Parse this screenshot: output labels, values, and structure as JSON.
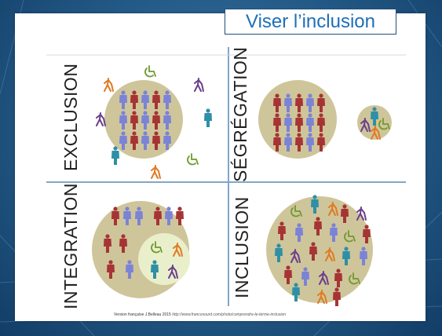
{
  "slide": {
    "title": "Viser l’inclusion",
    "accent_color": "#1f6fb8",
    "background_color": "#235986"
  },
  "figure": {
    "quadrants": [
      {
        "label": "EXCLUSION"
      },
      {
        "label": "SÉGRÉGATION"
      },
      {
        "label": "INTEGRATION"
      },
      {
        "label": "INCLUSION"
      }
    ],
    "colors": {
      "circle": "#cfc59a",
      "inner_circle": "#e9efcb",
      "red_figure": "#a63434",
      "blue_figure": "#7b83d6",
      "wheelchair": "#6f9a2e",
      "orange_figure": "#e07a22",
      "purple_figure": "#6b3f8c",
      "teal_figure": "#2f8fa6",
      "divider": "#7fa7c9"
    },
    "icons": [
      "person-icon",
      "wheelchair-icon",
      "walking-cane-icon",
      "walking-person-icon"
    ],
    "credit": {
      "text": "Version française J.Belleau 2015",
      "url": "http://www.francosourd.com/photo/comprendre-le-terme-inclusion"
    }
  }
}
